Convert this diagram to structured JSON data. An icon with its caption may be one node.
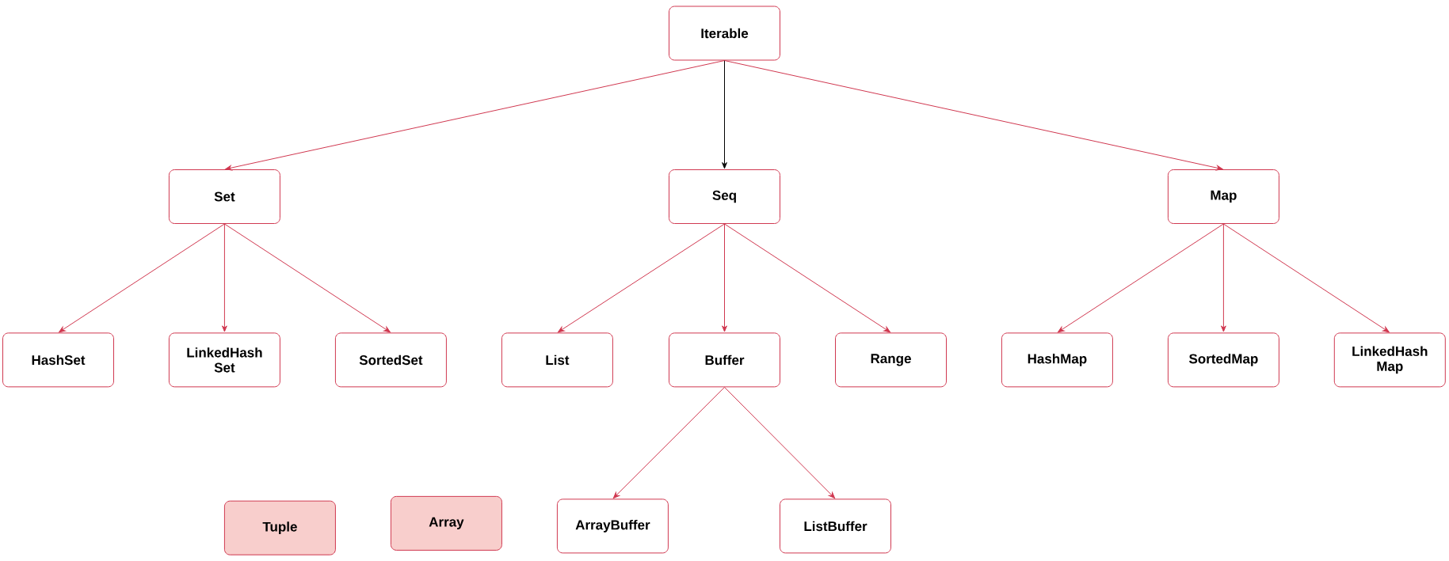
{
  "diagram": {
    "nodes": [
      {
        "text": [
          "Iterable"
        ]
      },
      {
        "text": [
          "Set"
        ]
      },
      {
        "text": [
          "Seq"
        ]
      },
      {
        "text": [
          "Map"
        ]
      },
      {
        "text": [
          "HashSet"
        ]
      },
      {
        "text": [
          "LinkedHash Set"
        ]
      },
      {
        "text": [
          "SortedSet"
        ]
      },
      {
        "text": [
          "List"
        ]
      },
      {
        "text": [
          "Buffer"
        ]
      },
      {
        "text": [
          "Range"
        ]
      },
      {
        "text": [
          "HashMap"
        ]
      },
      {
        "text": [
          "SortedMap"
        ]
      },
      {
        "text": [
          "LinkedHash Map"
        ]
      },
      {
        "text": [
          "Tuple"
        ]
      },
      {
        "text": [
          "Array"
        ]
      },
      {
        "text": [
          "ArrayBuffer"
        ]
      },
      {
        "text": [
          "ListBuffer"
        ]
      }
    ],
    "edges": [
      {
        "from": 0,
        "to": 1,
        "arrow": "to"
      },
      {
        "from": 0,
        "to": 2,
        "arrow": "to",
        "color": "#000000"
      },
      {
        "from": 0,
        "to": 3,
        "arrow": "to"
      },
      {
        "from": 1,
        "to": 4,
        "arrow": "to"
      },
      {
        "from": 1,
        "to": 5,
        "arrow": "to"
      },
      {
        "from": 1,
        "to": 6,
        "arrow": "to"
      },
      {
        "from": 2,
        "to": 7,
        "arrow": "to"
      },
      {
        "from": 2,
        "to": 8,
        "arrow": "to"
      },
      {
        "from": 2,
        "to": 9,
        "arrow": "to"
      },
      {
        "from": 3,
        "to": 10,
        "arrow": "to"
      },
      {
        "from": 3,
        "to": 11,
        "arrow": "to"
      },
      {
        "from": 3,
        "to": 12,
        "arrow": "to"
      },
      {
        "from": 8,
        "to": 15,
        "arrow": "to"
      },
      {
        "from": 8,
        "to": 16,
        "arrow": "to"
      }
    ]
  }
}
